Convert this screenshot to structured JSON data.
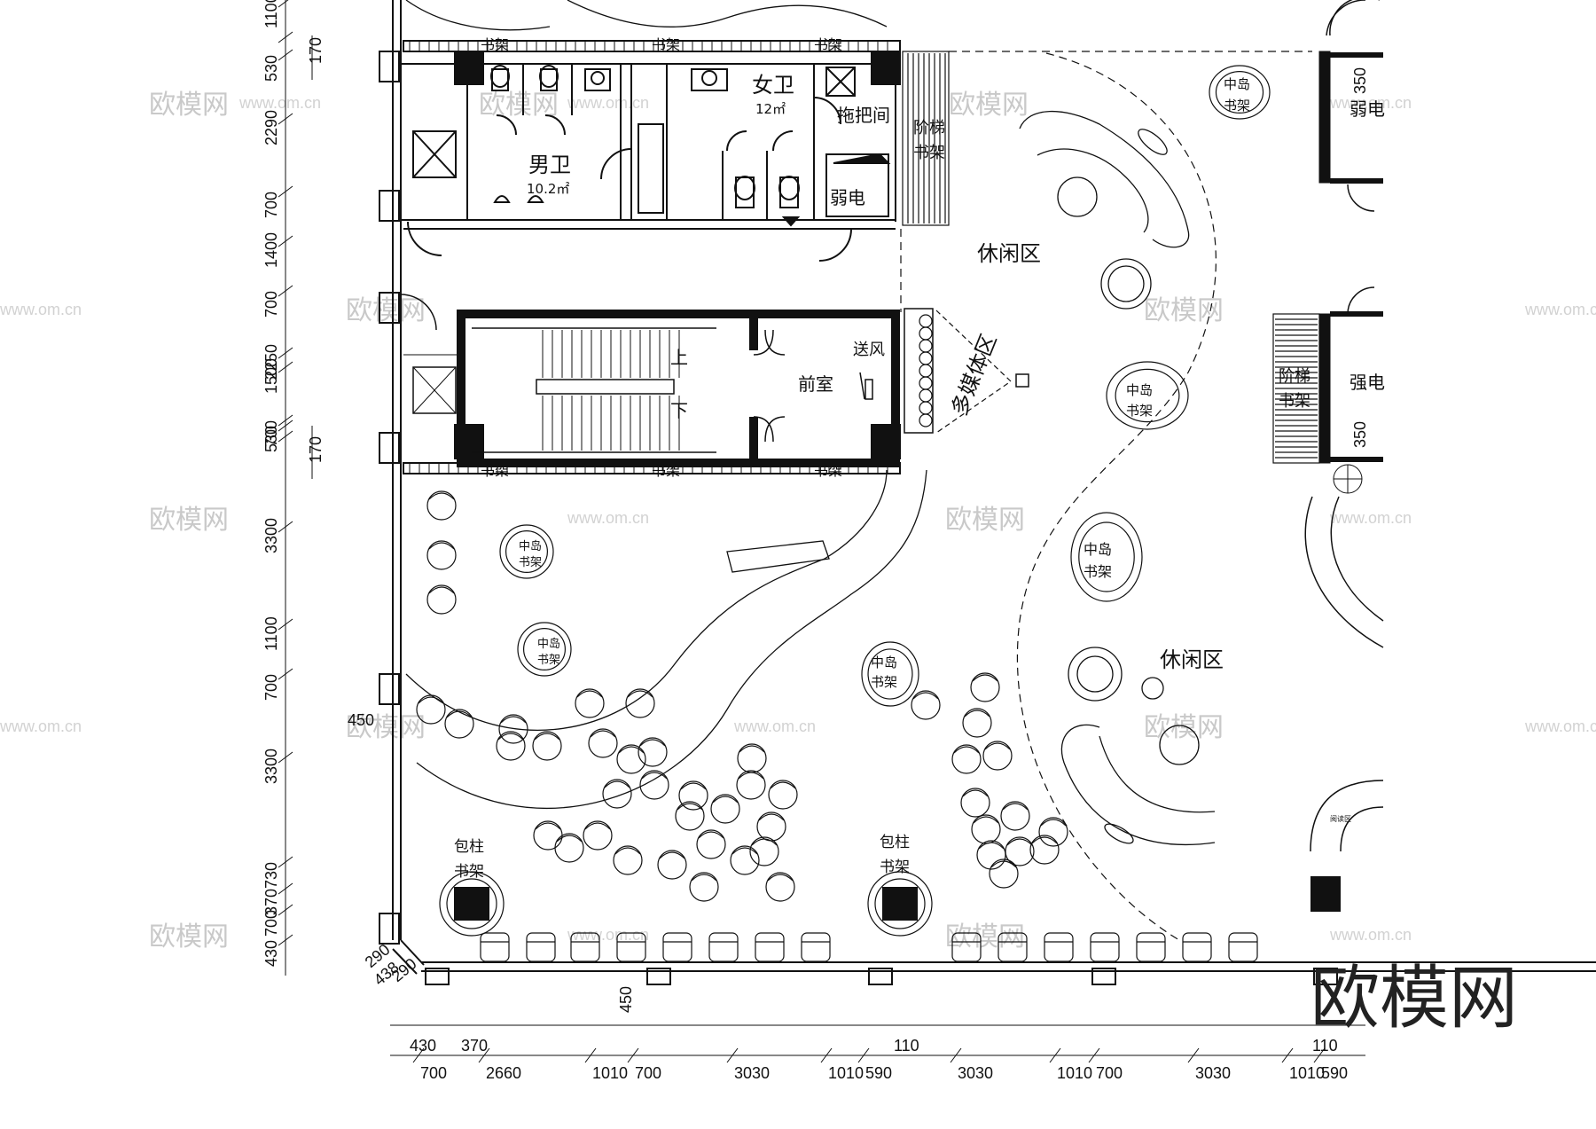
{
  "rooms": {
    "mens_wc": "男卫",
    "mens_wc_area": "10.2㎡",
    "womens_wc": "女卫",
    "womens_wc_area": "12㎡",
    "mop_room": "拖把间",
    "weak_elec_1": "弱电",
    "weak_elec_2": "弱电",
    "strong_elec": "强电",
    "stair_up": "上",
    "stair_down": "下",
    "anteroom": "前室",
    "vent": "送风",
    "multimedia": "多媒体区",
    "leisure_1": "休闲区",
    "leisure_2": "休闲区",
    "stair_shelf_1": "阶梯书架",
    "stair_shelf_2": "阶梯书架",
    "island_shelf": "中岛书架",
    "column_shelf": "包柱书架",
    "bookshelf": "书架",
    "reading_small": "阅读区"
  },
  "island_labels": [
    "中岛",
    "书架"
  ],
  "column_labels": [
    "包柱",
    "书架"
  ],
  "stair_shelf_labels": [
    "阶梯",
    "书架"
  ],
  "left_dimensions": [
    "1100",
    "530",
    "170",
    "2290",
    "700",
    "1400",
    "700",
    "2250",
    "1500",
    "530",
    "700",
    "170",
    "3300",
    "1100",
    "700",
    "3300",
    "730",
    "370",
    "700",
    "430"
  ],
  "bottom_dimensions_row1": [
    "430",
    "370",
    "110",
    "110"
  ],
  "bottom_dimensions_row2": [
    "700",
    "2660",
    "1010",
    "700",
    "3030",
    "1010",
    "590",
    "3030",
    "1010",
    "700",
    "3030",
    "1010",
    "590"
  ],
  "misc_dimensions": [
    "450",
    "290",
    "438",
    "290",
    "450",
    "350",
    "350"
  ],
  "watermark": {
    "text": "欧模网",
    "url": "www.om.cn"
  },
  "brand": "欧模网",
  "colors": {
    "line": "#111111",
    "fill_solid": "#111111",
    "watermark": "#c9c9c9"
  }
}
